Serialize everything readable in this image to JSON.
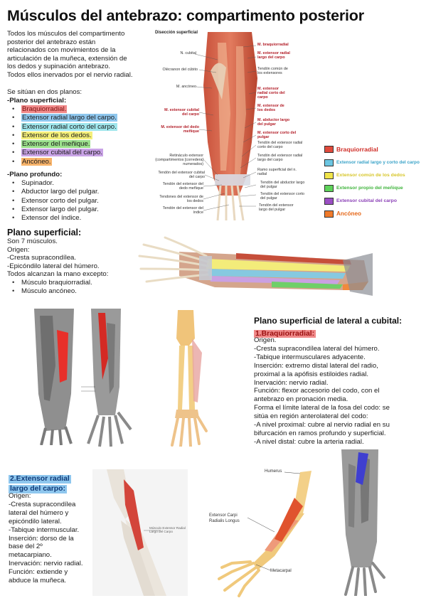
{
  "title": "Músculos del antebrazo: compartimento posterior",
  "intro": {
    "lines": [
      "Todos los músculos del compartimento",
      "posterior del antebrazo están",
      "relacionados con movimientos de la",
      "articulación de la muñeca, extensión de",
      "los dedos y supinación antebrazo.",
      "Todos ellos inervados por el nervio radial."
    ],
    "planes_intro": "Se sitúan en dos planos:",
    "superficial_heading": "-Plano superficial:",
    "superficial_items": [
      "Braquiorradial.",
      "Extensor radial largo del carpo.",
      "Extensor radial corto del carpo.",
      "Extensor de los dedos.",
      "Extensor del meñique.",
      "Extensor cubital del carpo.",
      "Ancóneo."
    ],
    "deep_heading": "-Plano profundo:",
    "deep_items": [
      "Supinador.",
      "Abductor largo del pulgar.",
      "Extensor corto del pulgar.",
      "Extensor largo del pulgar.",
      "Extensor del índice."
    ]
  },
  "colors": {
    "highlight_red": "#f08a8a",
    "highlight_blue": "#8fd0ea",
    "highlight_cyan": "#9fe6ec",
    "highlight_yellow": "#f5f07a",
    "highlight_green": "#9be08b",
    "highlight_purple": "#c9a3e6",
    "highlight_orange": "#f7b36a",
    "legend_red": "#e04a3c",
    "legend_blue": "#6cc6e2",
    "legend_yellow": "#f1e54a",
    "legend_green": "#5ed35a",
    "legend_purple": "#9b4fc4",
    "legend_orange": "#f07a2a"
  },
  "figure1": {
    "heading": "Disección superficial",
    "labels": {
      "n_cubital": "N. cubital",
      "olecranon": "Olécranon del cúbito",
      "m_anconeo": "M. ancóneo",
      "m_ext_cubital": "M. extensor cubital del carpo",
      "m_ext_menique": "M. extensor del dedo meñique",
      "retinaculo": "Retináculo extensor (compartimentos [corredera] numerados)",
      "tendon_ext_cubital": "Tendón del extensor cubital del carpo",
      "tendon_ext_menique": "Tendón del extensor del dedo meñique",
      "tendones_ext_dedos": "Tendones del extensor de los dedos",
      "tendon_ext_indice": "Tendón del extensor del índice",
      "m_braquiorradial": "M. braquiorradial",
      "m_ext_radial_largo": "M. extensor radial largo del carpo",
      "tendon_comun": "Tendón común de los extensores",
      "m_ext_radial_corto": "M. extensor radial corto del carpo",
      "m_ext_dedos": "M. extensor de los dedos",
      "m_abductor": "M. abductor largo del pulgar",
      "m_ext_corto_pulgar": "M. extensor corto del pulgar",
      "tendon_ext_radial_corto": "Tendón del extensor radial corto del carpo",
      "tendon_ext_radial_largo": "Tendón del extensor radial largo del carpo",
      "ramo_superficial": "Ramo superficial del n. radial",
      "tendon_abductor": "Tendón del abductor largo del pulgar",
      "tendon_ext_corto_pulgar": "Tendón del extensor corto del pulgar",
      "tendon_ext_largo_pulgar": "Tendón del extensor largo del pulgar"
    }
  },
  "legend": [
    "Braquiorradial",
    "Extensor radial largo y corto del carpo",
    "Extensor común de los dedos",
    "Extensor propio del meñique",
    "Extensor cubital del carpo",
    "Ancóneo"
  ],
  "superficial_section": {
    "title": "Plano superficial:",
    "lines": [
      "Son 7 músculos.",
      "Origen:",
      "-Cresta supracondílea.",
      "-Epicóndilo lateral del húmero.",
      "Todos alcanzan la mano excepto:"
    ],
    "items": [
      "Músculo braquiorradial.",
      "Músculo ancóneo."
    ]
  },
  "lateral_section": {
    "title": "Plano superficial de lateral a cubital:",
    "subtitle": "1.Braquiorradial:",
    "lines": [
      "Origen.",
      "-Cresta supracondílea lateral del húmero.",
      "-Tabique intermusculares adyacente.",
      "Inserción: extremo distal lateral del radio,",
      "proximal a la apófisis estiloides radial.",
      "Inervación: nervio radial.",
      "Función: flexor accesorio del codo, con el",
      "antebrazo en pronación media.",
      "Forma el límite lateral de la fosa del codo: se",
      "sitúa en región anterolateral del codo:",
      "-A nivel proximal: cubre al nervio radial en su",
      "bifurcación en ramos profundo y superficial.",
      "-A nivel distal: cubre la arteria radial."
    ]
  },
  "ercl_section": {
    "subtitle_line1": "2.Extensor radial",
    "subtitle_line2": "largo del carpo:",
    "lines": [
      "Origen:",
      "-Cresta supracondílea",
      "lateral del húmero y",
      "epicóndilo lateral.",
      "-Tabique intermuscular.",
      "Inserción: dorso de la",
      "base del 2º",
      "metacarpiano.",
      "Inervación: nervio radial.",
      "Función: extiende y",
      "abduce la muñeca."
    ]
  },
  "small_figs": {
    "label_small": "Músculo Extensor Radial Largo del Carpo",
    "humerus": "Humerus",
    "ercl_line1": "Extensor Carpi",
    "ercl_line2": "Radialis Longus",
    "metacarpal": "Metacarpal"
  }
}
